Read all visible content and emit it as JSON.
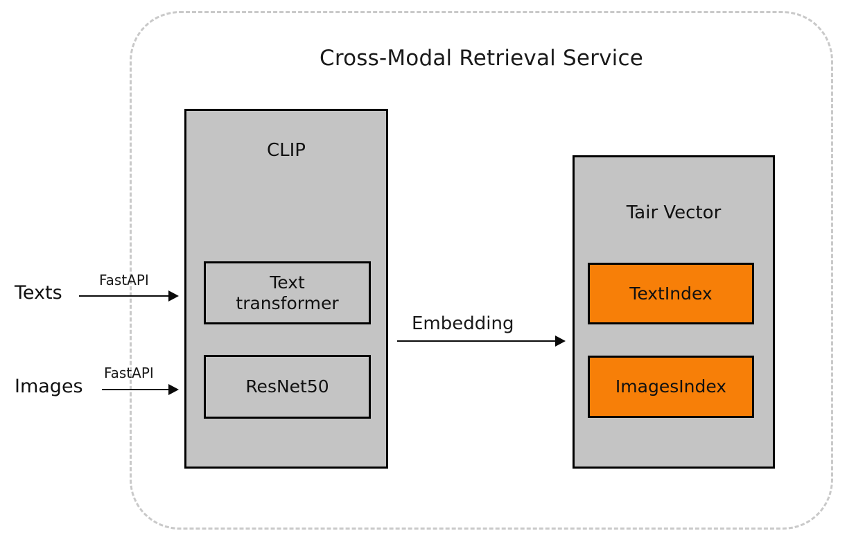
{
  "diagram": {
    "title": "Cross-Modal Retrieval Service",
    "colors": {
      "module_fill": "#c4c4c4",
      "index_fill": "#f77f08",
      "boundary_stroke": "#c9c9c9",
      "border": "#000000",
      "background": "#ffffff"
    },
    "sources": [
      {
        "label": "Texts"
      },
      {
        "label": "Images"
      }
    ],
    "modules": {
      "clip": {
        "title": "CLIP",
        "components": [
          {
            "label": "Text\ntransformer",
            "line1": "Text",
            "line2": "transformer"
          },
          {
            "label": "ResNet50"
          }
        ]
      },
      "tair": {
        "title": "Tair Vector",
        "components": [
          {
            "label": "TextIndex"
          },
          {
            "label": "ImagesIndex"
          }
        ]
      }
    },
    "arrows": [
      {
        "label": "FastAPI",
        "from": "Texts",
        "to": "CLIP"
      },
      {
        "label": "FastAPI",
        "from": "Images",
        "to": "CLIP"
      },
      {
        "label": "Embedding",
        "from": "CLIP",
        "to": "Tair Vector"
      }
    ]
  }
}
